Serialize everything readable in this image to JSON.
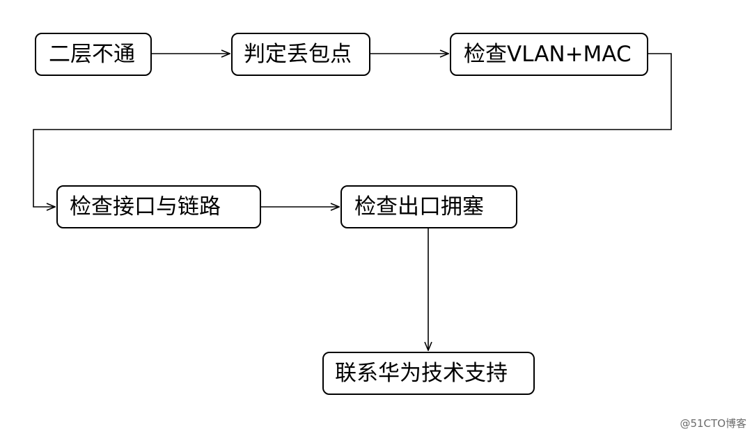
{
  "diagram": {
    "nodes": [
      {
        "id": "n1",
        "label": "二层不通"
      },
      {
        "id": "n2",
        "label": "判定丢包点"
      },
      {
        "id": "n3",
        "label": "检查VLAN+MAC"
      },
      {
        "id": "n4",
        "label": "检查接口与链路"
      },
      {
        "id": "n5",
        "label": "检查出口拥塞"
      },
      {
        "id": "n6",
        "label": "联系华为技术支持"
      }
    ],
    "edges": [
      {
        "from": "n1",
        "to": "n2"
      },
      {
        "from": "n2",
        "to": "n3"
      },
      {
        "from": "n3",
        "to": "n4"
      },
      {
        "from": "n4",
        "to": "n5"
      },
      {
        "from": "n5",
        "to": "n6"
      }
    ]
  },
  "watermark": "@51CTO博客",
  "colors": {
    "stroke": "#000000",
    "background": "#ffffff",
    "watermark": "#6b6b6b"
  }
}
